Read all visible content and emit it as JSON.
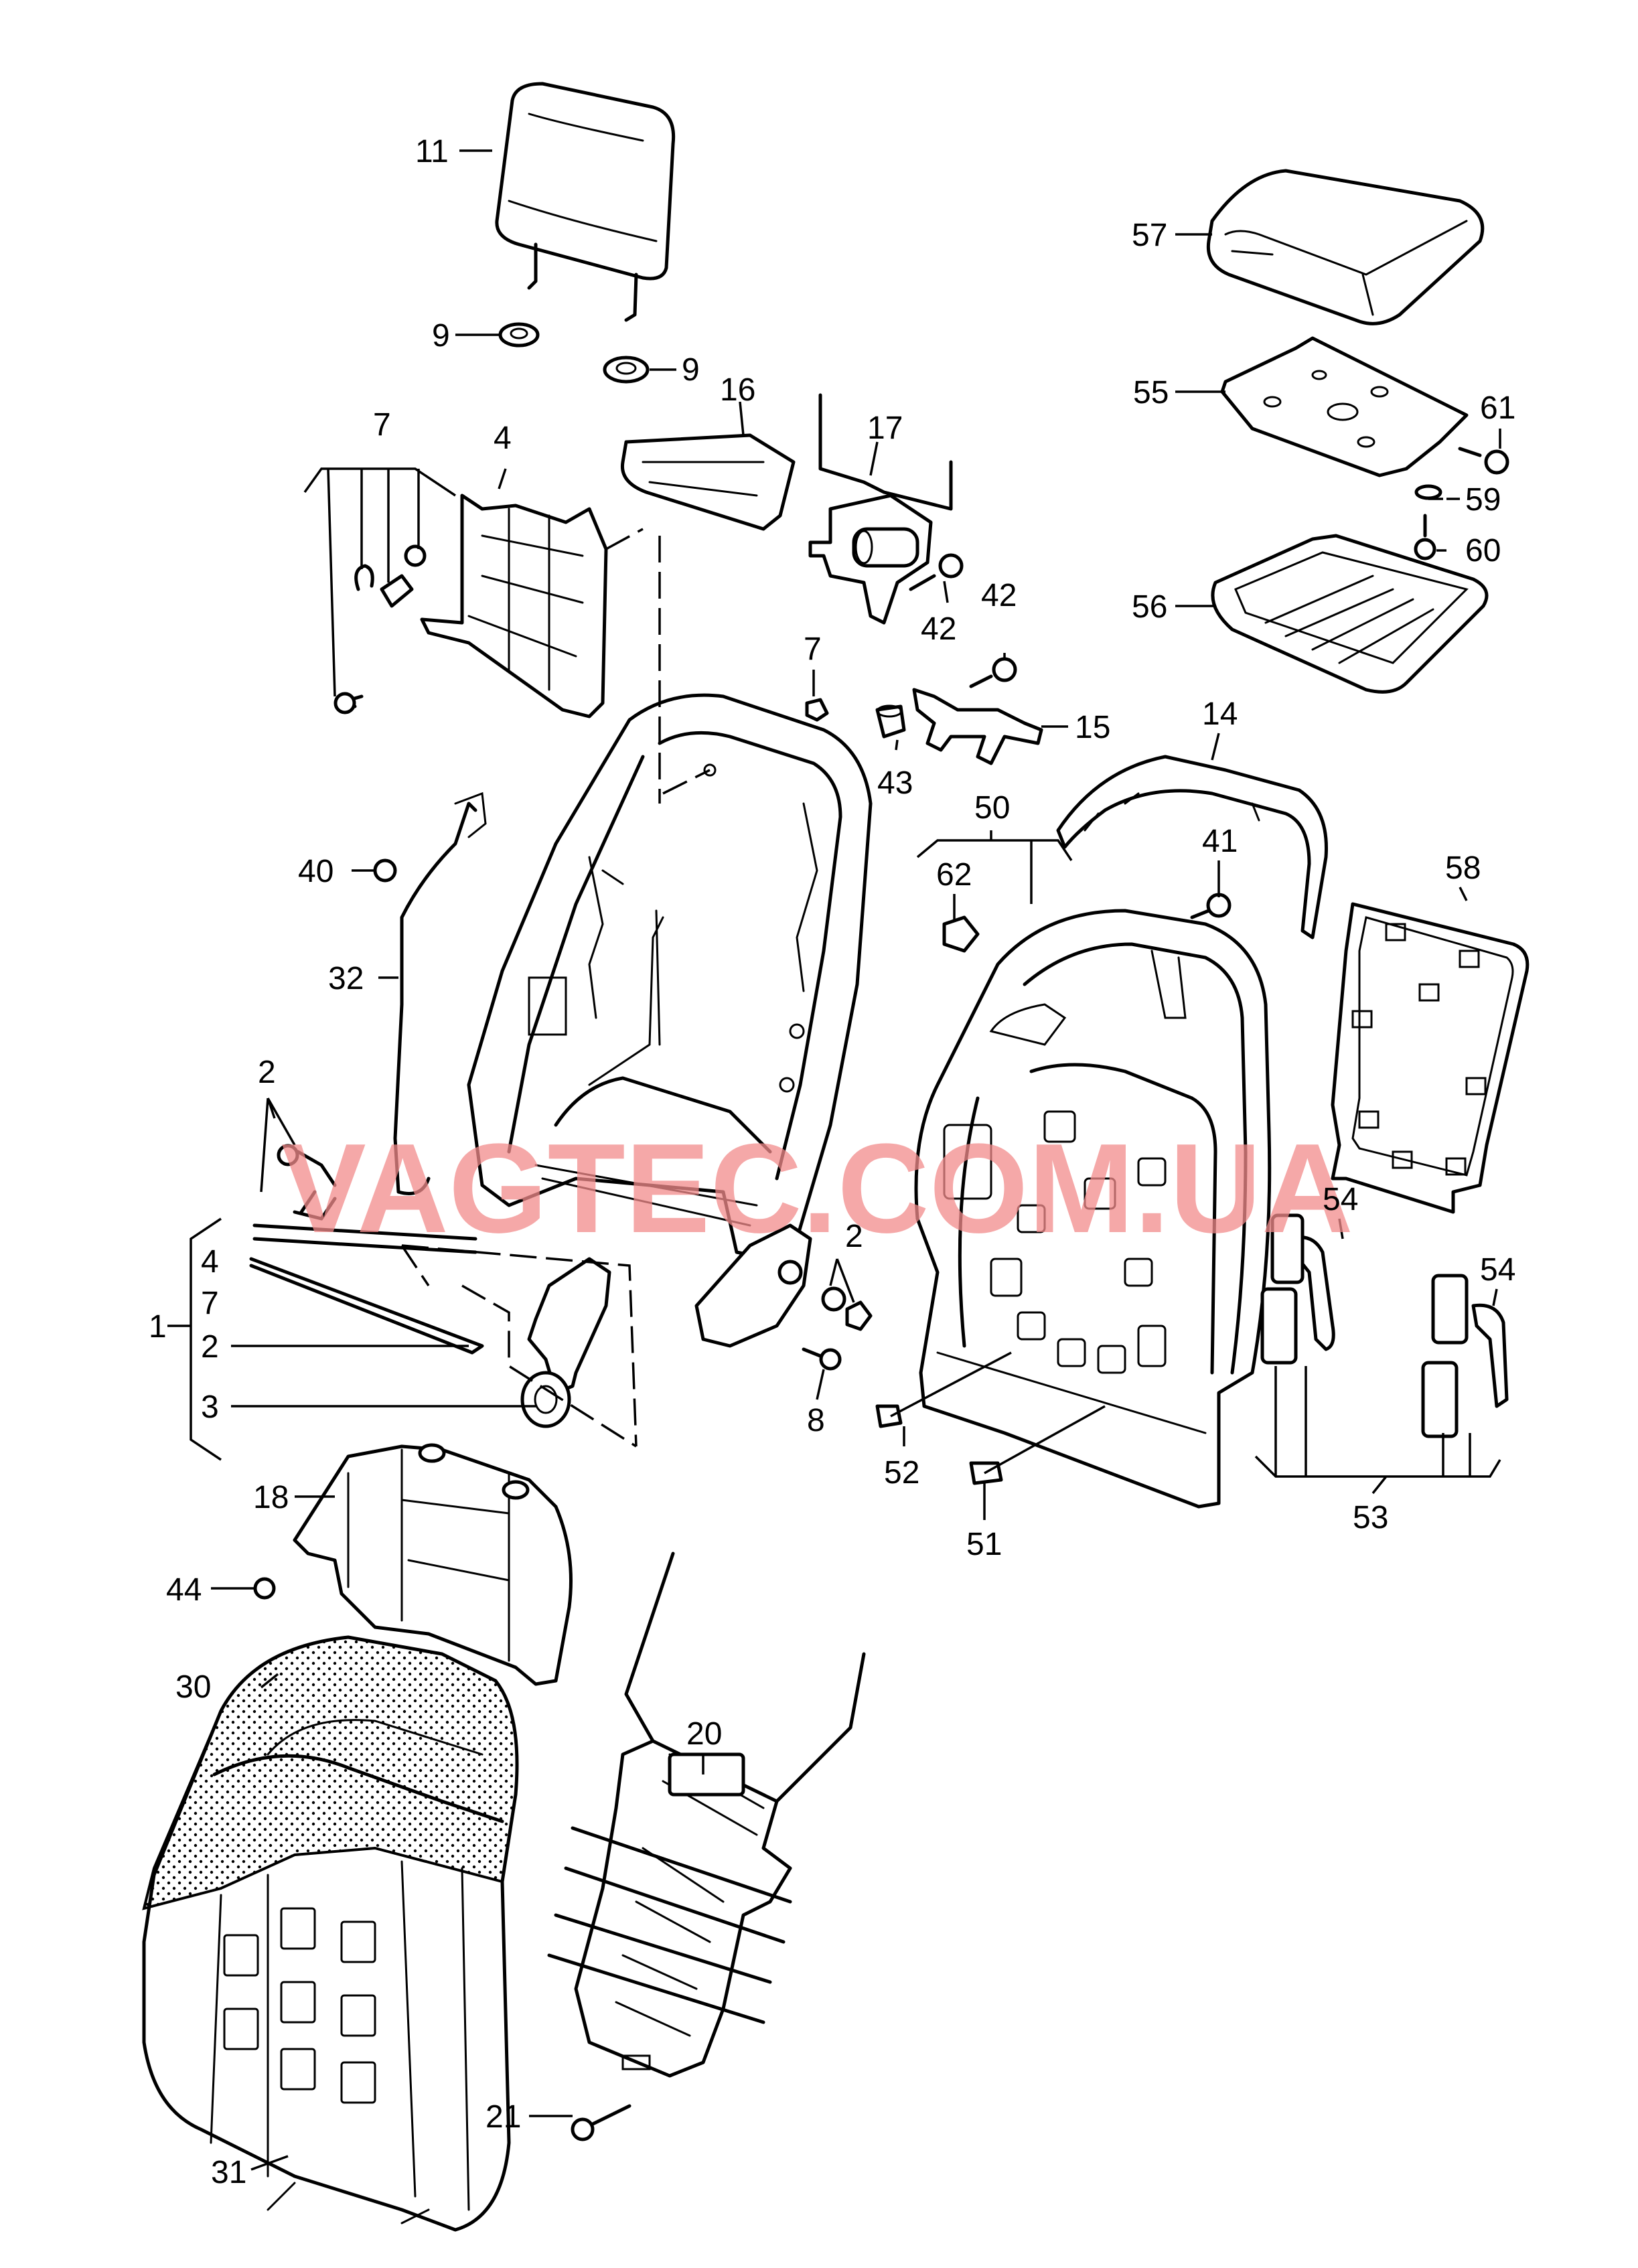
{
  "watermark": "VAGTEC.COM.UA",
  "callouts": [
    {
      "id": "c11",
      "text": "11"
    },
    {
      "id": "c9a",
      "text": "9"
    },
    {
      "id": "c9b",
      "text": "9"
    },
    {
      "id": "c16",
      "text": "16"
    },
    {
      "id": "c17",
      "text": "17"
    },
    {
      "id": "c7a",
      "text": "7"
    },
    {
      "id": "c4a",
      "text": "4"
    },
    {
      "id": "c42a",
      "text": "42"
    },
    {
      "id": "c42b",
      "text": "42"
    },
    {
      "id": "c7b",
      "text": "7"
    },
    {
      "id": "c15",
      "text": "15"
    },
    {
      "id": "c43",
      "text": "43"
    },
    {
      "id": "c40",
      "text": "40"
    },
    {
      "id": "c32",
      "text": "32"
    },
    {
      "id": "c2a",
      "text": "2"
    },
    {
      "id": "c1",
      "text": "1"
    },
    {
      "id": "c4b",
      "text": "4"
    },
    {
      "id": "c7c",
      "text": "7"
    },
    {
      "id": "c2b",
      "text": "2"
    },
    {
      "id": "c3",
      "text": "3"
    },
    {
      "id": "c2c",
      "text": "2"
    },
    {
      "id": "c8",
      "text": "8"
    },
    {
      "id": "c18",
      "text": "18"
    },
    {
      "id": "c44",
      "text": "44"
    },
    {
      "id": "c30",
      "text": "30"
    },
    {
      "id": "c20",
      "text": "20"
    },
    {
      "id": "c21",
      "text": "21"
    },
    {
      "id": "c31",
      "text": "31"
    },
    {
      "id": "c57",
      "text": "57"
    },
    {
      "id": "c55",
      "text": "55"
    },
    {
      "id": "c61",
      "text": "61"
    },
    {
      "id": "c59",
      "text": "59"
    },
    {
      "id": "c60",
      "text": "60"
    },
    {
      "id": "c56",
      "text": "56"
    },
    {
      "id": "c14",
      "text": "14"
    },
    {
      "id": "c50",
      "text": "50"
    },
    {
      "id": "c62",
      "text": "62"
    },
    {
      "id": "c41",
      "text": "41"
    },
    {
      "id": "c58",
      "text": "58"
    },
    {
      "id": "c54a",
      "text": "54"
    },
    {
      "id": "c54b",
      "text": "54"
    },
    {
      "id": "c52",
      "text": "52"
    },
    {
      "id": "c51",
      "text": "51"
    },
    {
      "id": "c53",
      "text": "53"
    }
  ]
}
